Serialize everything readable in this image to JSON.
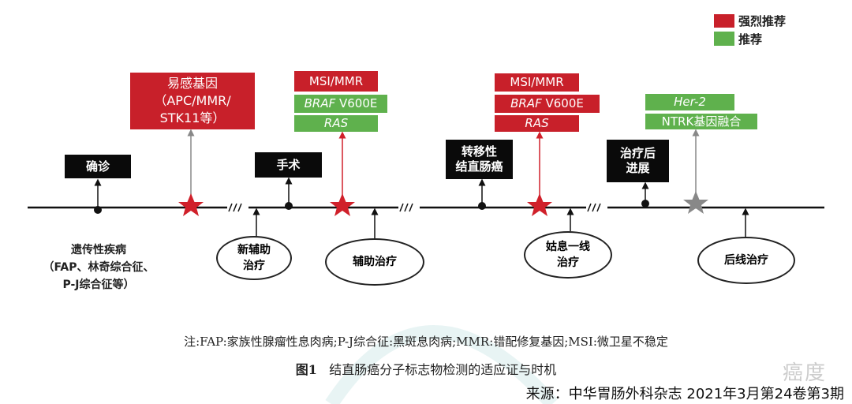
{
  "legend": {
    "strong": "强烈推荐",
    "recommend": "推荐",
    "strong_color": "#c8202a",
    "recommend_color": "#5fb14d"
  },
  "events": {
    "diagnosis": "确诊",
    "surgery": "手术",
    "metastatic": [
      "转移性",
      "结直肠癌"
    ],
    "progression": [
      "治疗后",
      "进展"
    ]
  },
  "markers": {
    "susceptibility": [
      "易感基因",
      "（APC/MMR/",
      "STK11等）"
    ],
    "stage2": {
      "msi": "MSI/MMR",
      "braf_gene": "BRAF",
      "braf_var": "V600E",
      "ras": "RAS"
    },
    "stage3": {
      "msi": "MSI/MMR",
      "braf_gene": "BRAF",
      "braf_var": "V600E",
      "ras": "RAS"
    },
    "stage4": {
      "her2": "Her-2",
      "ntrk": "NTRK基因融合"
    }
  },
  "treatments": {
    "neoadjuvant": [
      "新辅助",
      "治疗"
    ],
    "adjuvant": "辅助治疗",
    "palliative": [
      "姑息一线",
      "治疗"
    ],
    "later": "后线治疗"
  },
  "hereditary": [
    "遗传性疾病",
    "（FAP、林奇综合征、",
    "P-J综合征等）"
  ],
  "break_mark": "///",
  "note": "注:FAP:家族性腺瘤性息肉病;P-J综合征:黑斑息肉病;MMR:错配修复基因;MSI:微卫星不稳定",
  "caption": {
    "num": "图1",
    "title": "结直肠癌分子标志物检测的适应证与时机"
  },
  "source": "来源：中华胃肠外科杂志 2021年3月第24卷第3期",
  "watermark": "癌度"
}
